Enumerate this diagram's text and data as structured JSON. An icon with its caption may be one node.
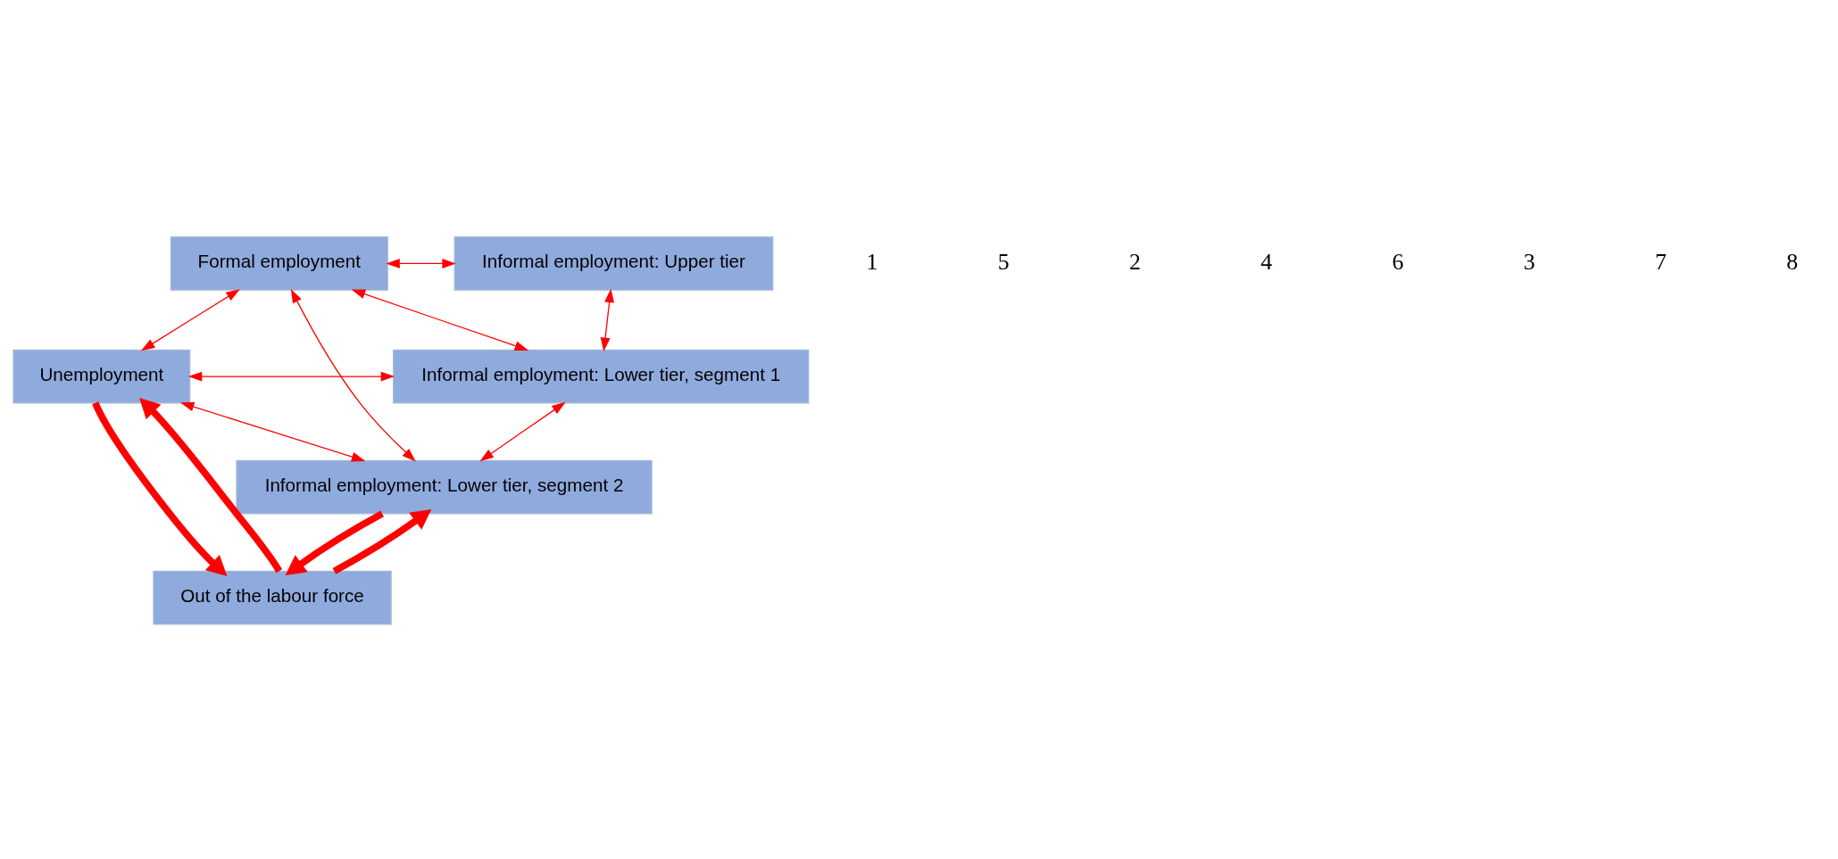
{
  "diagram": {
    "nodes": [
      {
        "text": [
          "Informal employment: Upper tier"
        ]
      },
      {
        "text": [
          "Formal employment"
        ]
      },
      {
        "text": [
          "Informal employment: Lower tier, segment 1"
        ]
      },
      {
        "text": [
          "Unemployment"
        ]
      },
      {
        "text": [
          "Informal employment: Lower tier, segment 2"
        ]
      },
      {
        "text": [
          "Out of the labour force"
        ]
      }
    ],
    "edges": [
      {
        "from": 1,
        "to": 0,
        "arrow": "both"
      },
      {
        "from": 1,
        "to": 2,
        "arrow": "both"
      },
      {
        "from": 3,
        "to": 2,
        "arrow": "both"
      },
      {
        "from": 1,
        "to": 4,
        "arrow": "both"
      },
      {
        "from": 3,
        "to": 4,
        "arrow": "both"
      },
      {
        "from": 1,
        "to": 3,
        "arrow": "both"
      },
      {
        "from": 0,
        "to": 2,
        "arrow": "both"
      },
      {
        "from": 2,
        "to": 4,
        "arrow": "both"
      },
      {
        "from": 5,
        "to": 3,
        "arrow": "to",
        "style": "thick"
      },
      {
        "from": 3,
        "to": 5,
        "arrow": "to",
        "style": "thick"
      },
      {
        "from": 4,
        "to": 5,
        "arrow": "to",
        "style": "thick"
      },
      {
        "from": 5,
        "to": 4,
        "arrow": "to",
        "style": "thick"
      }
    ],
    "labels": [
      "1",
      "5",
      "2",
      "4",
      "6",
      "3",
      "7",
      "8"
    ]
  }
}
